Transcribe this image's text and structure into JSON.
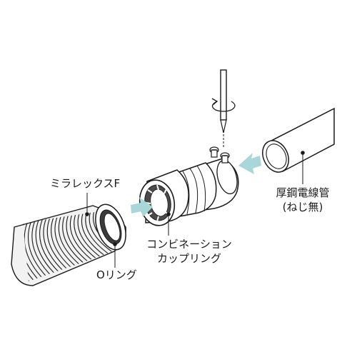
{
  "labels": {
    "mirarex": "ミラレックスF",
    "o_ring": "Oリング",
    "combination_coupling_line1": "コンビネーション",
    "combination_coupling_line2": "カップリング",
    "steel_conduit_line1": "厚鋼電線管",
    "steel_conduit_line2": "(ねじ無)"
  },
  "colors": {
    "outline": "#1a1a1a",
    "arrow": "#a9d6d8",
    "shadow": "#cfcfcf",
    "part_fill": "#ffffff"
  },
  "icons": {
    "screwdriver": "screwdriver-icon",
    "rotation": "rotation-arrow-icon",
    "insert_arrow": "insert-arrow-icon"
  }
}
